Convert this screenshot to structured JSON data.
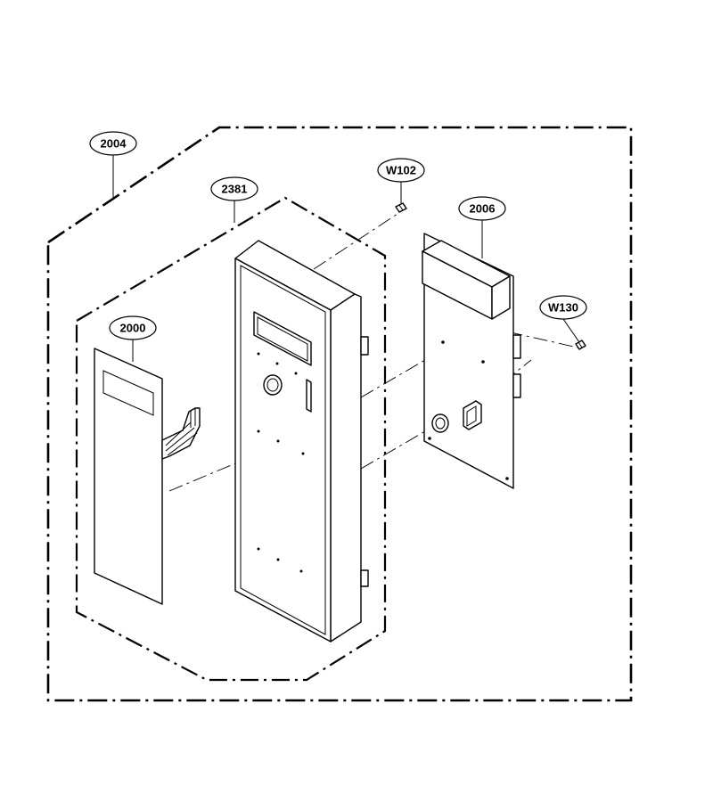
{
  "diagram": {
    "type": "exploded-parts-view",
    "callouts": [
      {
        "id": "c2004",
        "label": "2004",
        "part": "control-panel-assembly"
      },
      {
        "id": "c2381",
        "label": "2381",
        "part": "control-panel-frame"
      },
      {
        "id": "c2000",
        "label": "2000",
        "part": "membrane-keypad"
      },
      {
        "id": "c2006",
        "label": "2006",
        "part": "pcb-assembly"
      },
      {
        "id": "cW102",
        "label": "W102",
        "part": "screw-upper"
      },
      {
        "id": "cW130",
        "label": "W130",
        "part": "screw-lower"
      }
    ],
    "colors": {
      "line": "#000000",
      "background": "#ffffff"
    }
  }
}
